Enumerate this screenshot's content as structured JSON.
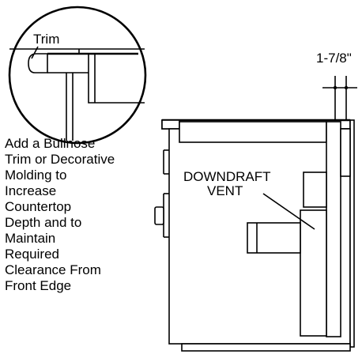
{
  "labels": {
    "trim": "Trim",
    "dimension": "1-7/8\"",
    "downdraft_line1": "DOWNDRAFT",
    "downdraft_line2": "VENT"
  },
  "note_lines": [
    "Add a Bullnose",
    "Trim or Decorative",
    "Molding to",
    "Increase",
    "Countertop",
    "Depth and to",
    "Maintain",
    "Required",
    "Clearance From",
    "Front Edge"
  ]
}
